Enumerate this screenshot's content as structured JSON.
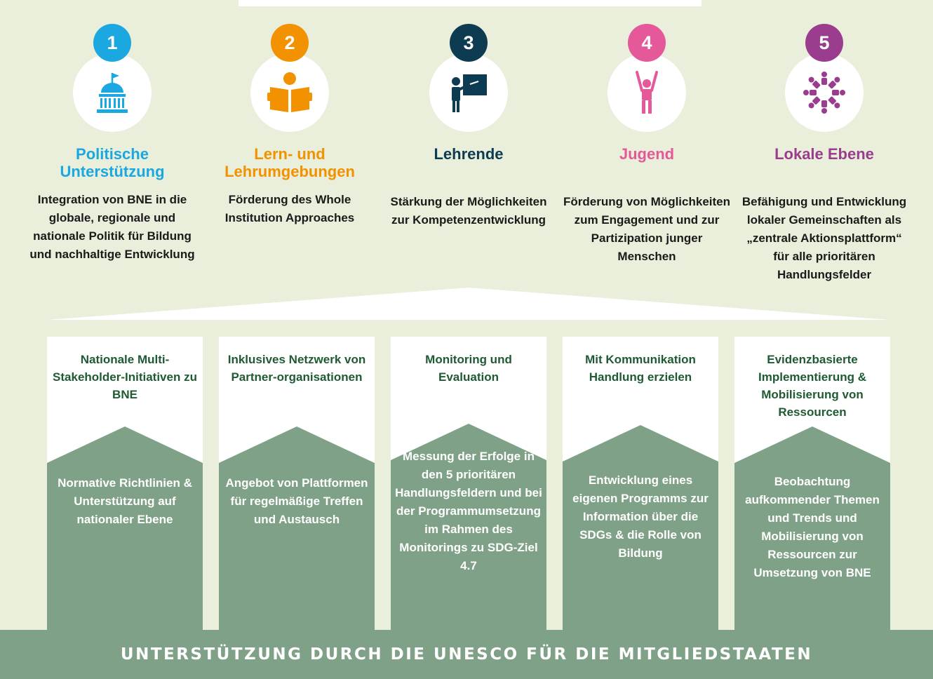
{
  "colors": {
    "background": "#e9efda",
    "cyan": "#1ba7df",
    "orange": "#f39200",
    "navy": "#0d3b52",
    "pink": "#e5589a",
    "purple": "#9b3d8f",
    "pillar_green": "#7fa187",
    "pillar_title": "#1f5a33"
  },
  "priorities": [
    {
      "number": "1",
      "icon": "capitol-building-icon",
      "title": "Politische Unterstützung",
      "description": "Integration von BNE in die globale, regionale und nationale Politik für Bildung und nachhaltige Entwicklung"
    },
    {
      "number": "2",
      "icon": "reading-person-icon",
      "title": "Lern- und Lehrumgebungen",
      "description": "Förderung des Whole Institution Approaches"
    },
    {
      "number": "3",
      "icon": "teacher-board-icon",
      "title": "Lehrende",
      "description": "Stärkung der Möglichkeiten zur Kompetenzentwicklung"
    },
    {
      "number": "4",
      "icon": "person-arms-up-icon",
      "title": "Jugend",
      "description": "Förderung von Möglichkeiten zum Engagement und zur Partizipation junger Menschen"
    },
    {
      "number": "5",
      "icon": "community-circle-icon",
      "title": "Lokale Ebene",
      "description": "Befähigung und Entwicklung lokaler Gemeinschaften als „zentrale Aktionsplattform“ für alle prioritären Handlungsfelder"
    }
  ],
  "pillars": [
    {
      "title": "Nationale Multi-Stakeholder-Initiativen zu BNE",
      "description": "Normative Richtlinien & Unterstützung auf nationaler Ebene"
    },
    {
      "title": "Inklusives Netzwerk von Partner-organisationen",
      "description": "Angebot von Plattformen für regelmäßige Treffen und Austausch"
    },
    {
      "title": "Monitoring und Evaluation",
      "description": "Messung der Erfolge in den 5 prioritären Handlungsfeldern und bei der Programmumsetzung im Rahmen des Monitorings zu SDG-Ziel 4.7"
    },
    {
      "title": "Mit Kommunikation Handlung erzielen",
      "description": "Entwicklung eines eigenen Programms zur Information über die SDGs & die Rolle von Bildung"
    },
    {
      "title": "Evidenzbasierte Implementierung & Mobilisierung von Ressourcen",
      "description": "Beobachtung aufkommender Themen und Trends und Mobilisierung von Ressourcen zur Umsetzung von BNE"
    }
  ],
  "base": {
    "label": "UNTERSTÜTZUNG DURCH DIE UNESCO FÜR DIE MITGLIEDSTAATEN"
  }
}
